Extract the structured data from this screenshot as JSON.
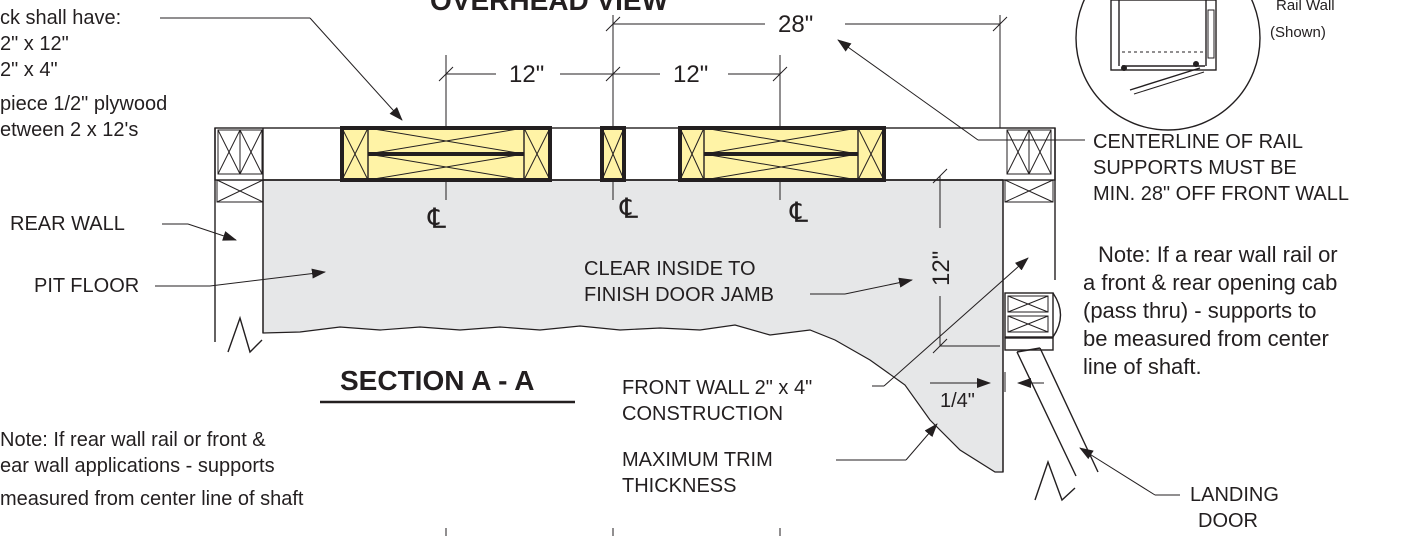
{
  "title_partial": "OVERHEAD VIEW",
  "deck_note": {
    "lines": [
      "ck shall have:",
      "2\" x 12\"",
      "2\" x 4\"",
      "piece 1/2\" plywood",
      "etween 2 x 12's"
    ]
  },
  "dimensions": {
    "span_28": "28\"",
    "span_12_left": "12\"",
    "span_12_right": "12\"",
    "vertical_12": "12\"",
    "gap_1_4": "1/4\""
  },
  "centerline_symbol": "℄",
  "labels": {
    "rear_wall": "REAR WALL",
    "pit_floor": "PIT FLOOR",
    "clear_inside": [
      "CLEAR INSIDE TO",
      "FINISH DOOR JAMB"
    ],
    "section": "SECTION A - A",
    "front_wall": [
      "FRONT WALL 2\" x 4\"",
      "CONSTRUCTION"
    ],
    "max_trim": [
      "MAXIMUM TRIM",
      "THICKNESS"
    ],
    "landing_door": [
      "LANDING",
      "DOOR"
    ]
  },
  "notes": {
    "centerline_rail": [
      "CENTERLINE OF RAIL",
      "SUPPORTS MUST BE",
      "MIN. 28\" OFF FRONT WALL"
    ],
    "rear_rail_right": [
      "Note: If a rear wall rail or",
      "a front & rear opening cab",
      "(pass thru) - supports to",
      "be measured from center",
      "line of shaft."
    ],
    "rear_rail_left": [
      "Note: If rear wall rail or front &",
      "ear wall applications - supports",
      "measured from center line of shaft"
    ]
  },
  "inset_caption": [
    "Rail Wall",
    "(Shown)"
  ],
  "colors": {
    "ink": "#231f20",
    "floor_fill": "#e6e7e8",
    "lumber_fill": "#fff3a6"
  }
}
